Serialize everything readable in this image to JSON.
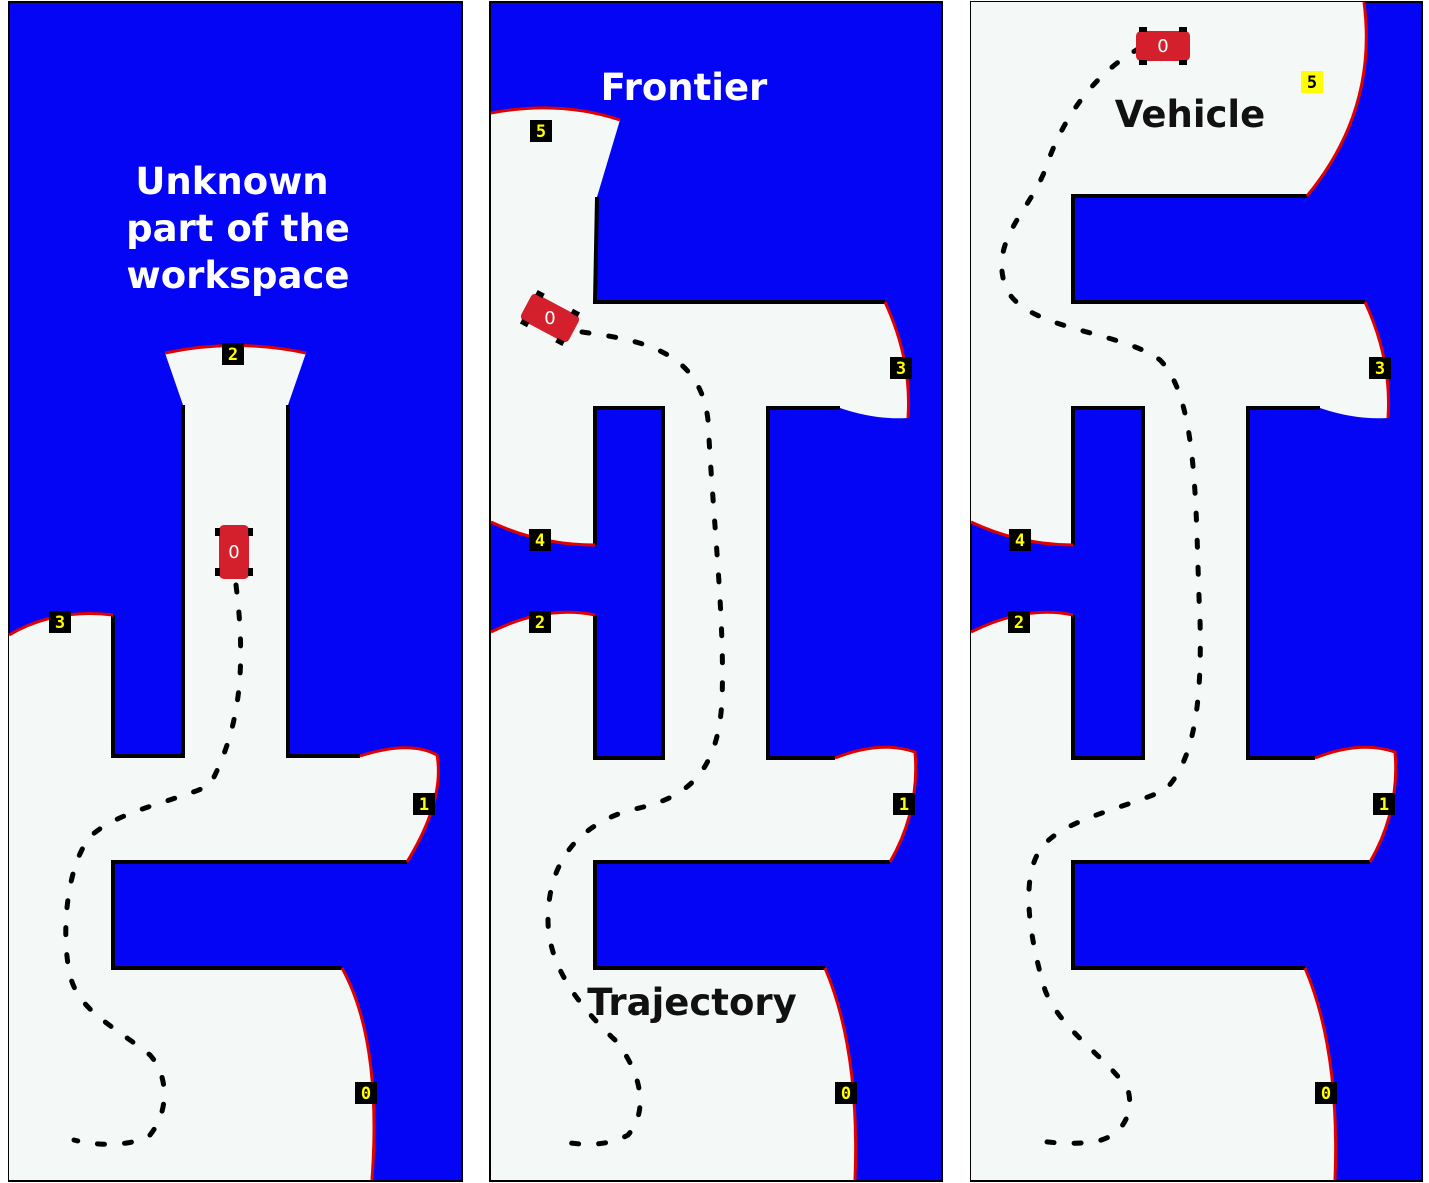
{
  "colors": {
    "unknown": "#0505f5",
    "free": "#f4f8f6",
    "frontier": "#e00000",
    "wall": "#000000",
    "tag_bg": "#000000",
    "tag_text": "#ffff00",
    "vehicle": "#d4202c"
  },
  "annotations": {
    "unknown_line1": "Unknown",
    "unknown_line2": "part of the",
    "unknown_line3": "workspace",
    "frontier": "Frontier",
    "trajectory": "Trajectory",
    "vehicle": "Vehicle"
  },
  "panels": [
    {
      "vehicle_label": "0",
      "frontier_tags": [
        "0",
        "1",
        "2",
        "3"
      ]
    },
    {
      "vehicle_label": "0",
      "frontier_tags": [
        "0",
        "1",
        "2",
        "3",
        "4",
        "5"
      ]
    },
    {
      "vehicle_label": "0",
      "frontier_tags": [
        "0",
        "1",
        "2",
        "3",
        "4",
        "5"
      ]
    }
  ]
}
